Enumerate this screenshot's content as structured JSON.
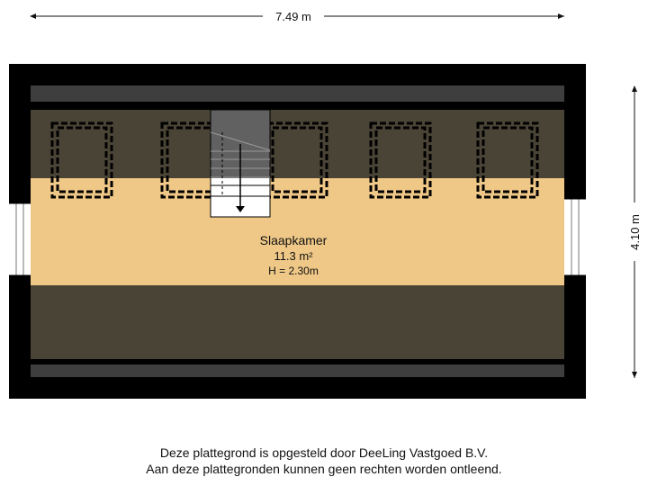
{
  "dimensions": {
    "width_label": "7.49 m",
    "height_label": "4.10 m"
  },
  "room": {
    "name": "Slaapkamer",
    "area": "11.3 m²",
    "height": "H = 2.30m"
  },
  "footer": {
    "line1": "Deze plattegrond is opgesteld door DeeLing Vastgoed B.V.",
    "line2": "Aan deze plattegronden kunnen geen rechten worden ontleend."
  },
  "colors": {
    "wall": "#000000",
    "floor": "#EFC887",
    "slope": "#4A4436",
    "eave": "#3E3E3E"
  }
}
